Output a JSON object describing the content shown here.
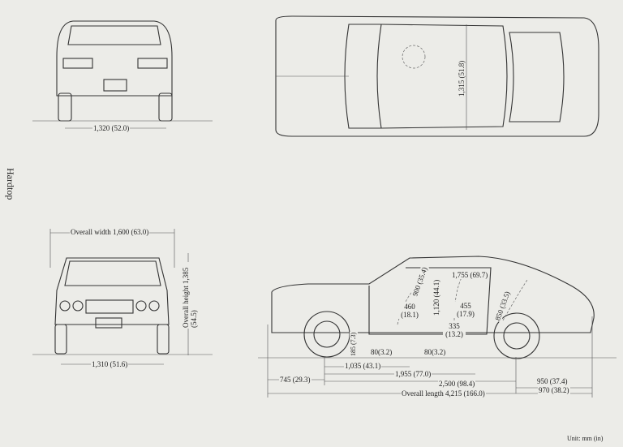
{
  "title": "Hardtop",
  "unit": "Unit:  mm (in)",
  "rear_view": {
    "tread_rear": "1,320 (52.0)"
  },
  "top_view": {
    "width_inner": "1,315 (51.8)"
  },
  "front_view": {
    "overall_width": "Overall width 1,600 (63.0)",
    "overall_height": "Overall height 1,385 (54.5)",
    "tread_front": "1,310 (51.6)"
  },
  "side_view": {
    "interior_length": "1,755 (69.7)",
    "front_headroom": "900 (35.4)",
    "interior_height": "1,120 (44.1)",
    "front_seat": "460 (18.1)",
    "rear_seat": "455 (17.9)",
    "rear_headroom": "850 (33.5)",
    "seat_height": "335 (13.2)",
    "ground_clearance": "185 (7.3)",
    "floor_front": "80(3.2)",
    "floor_rear": "80(3.2)",
    "dim_1035": "1,035 (43.1)",
    "dim_1955": "1,955 (77.0)",
    "front_overhang": "745 (29.3)",
    "wheelbase": "2,500 (98.4)",
    "rear_overhang_950": "950 (37.4)",
    "rear_overhang_970": "970 (38.2)",
    "overall_length": "Overall length 4,215 (166.0)"
  }
}
